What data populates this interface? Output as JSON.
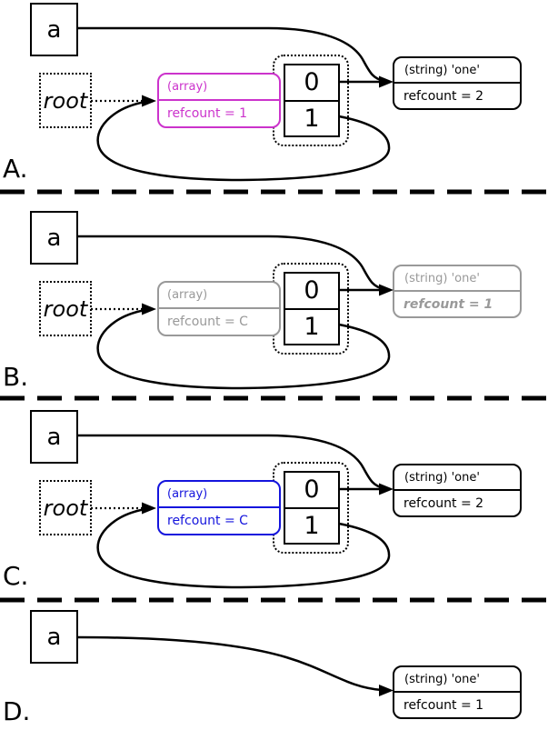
{
  "figure": {
    "description_colors": {
      "panel_a_array": "#cc33cc",
      "panel_b_gray": "#999999",
      "panel_c_array": "#1414dd",
      "black": "#000000"
    },
    "panels": [
      {
        "label": "A.",
        "var_box": "a",
        "root_box": "root",
        "array_box": {
          "type_label": "(array)",
          "refcount_label": "refcount = 1",
          "color": "#cc33cc"
        },
        "cells": {
          "cell0": "0",
          "cell1": "1"
        },
        "string_box": {
          "type_label": "(string) 'one'",
          "refcount_label": "refcount = 2",
          "color": "#000000"
        }
      },
      {
        "label": "B.",
        "var_box": "a",
        "root_box": "root",
        "array_box": {
          "type_label": "(array)",
          "refcount_label": "refcount = C",
          "color": "#999999"
        },
        "cells": {
          "cell0": "0",
          "cell1": "1"
        },
        "string_box": {
          "type_label": "(string) 'one'",
          "refcount_label": "refcount = 1",
          "color": "#999999",
          "refcount_emphasis": true
        }
      },
      {
        "label": "C.",
        "var_box": "a",
        "root_box": "root",
        "array_box": {
          "type_label": "(array)",
          "refcount_label": "refcount = C",
          "color": "#1414dd"
        },
        "cells": {
          "cell0": "0",
          "cell1": "1"
        },
        "string_box": {
          "type_label": "(string) 'one'",
          "refcount_label": "refcount = 2",
          "color": "#000000"
        }
      },
      {
        "label": "D.",
        "var_box": "a",
        "string_box": {
          "type_label": "(string) 'one'",
          "refcount_label": "refcount = 1",
          "color": "#000000"
        }
      }
    ]
  }
}
